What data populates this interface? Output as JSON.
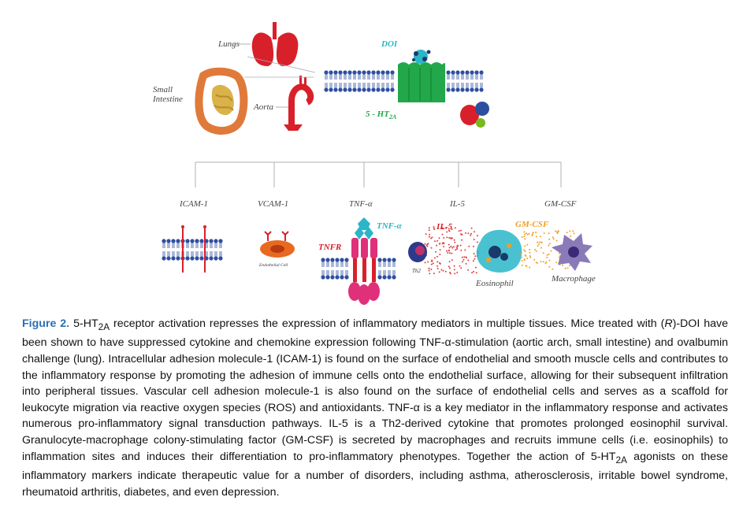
{
  "figure": {
    "labels": {
      "lungs": "Lungs",
      "small_intestine_1": "Small",
      "small_intestine_2": "Intestine",
      "aorta": "Aorta",
      "doi": "DOI",
      "receptor": "5 - HT",
      "receptor_sub": "2A",
      "tnf_alpha_receptor": "TNF-α",
      "tnfr": "TNFR",
      "il5_cell": "IL-5",
      "gmcsf_cell": "GM-CSF",
      "th2": "Th2",
      "eosinophil": "Eosinophil",
      "macrophage": "Macrophage",
      "endothelial_cell": "Endothelial Cell"
    },
    "mediators": [
      "ICAM-1",
      "VCAM-1",
      "TNF-α",
      "IL-5",
      "GM-CSF"
    ],
    "colors": {
      "receptor_green": "#22a84a",
      "lung_red": "#d8202a",
      "membrane_blue": "#2d4fa0",
      "tnfr_pink": "#e0307a",
      "tnf_teal": "#2ab6c8",
      "caption_blue": "#2a6fb5"
    }
  },
  "caption": {
    "label": "Figure 2.",
    "part1": " 5-HT",
    "sub1": "2A",
    "part2": " receptor activation represses the expression of inflammatory mediators in multiple tissues. Mice treated with (",
    "r": "R",
    "part3": ")-DOI have been shown to have suppressed cytokine and chemokine expression following TNF-α-stimulation (aortic arch, small intestine) and ovalbumin challenge (lung). Intracellular adhesion molecule-1 (ICAM-1) is found on the surface of endothelial and smooth muscle cells and contributes to the inflammatory response by promoting the adhesion of immune cells onto the endothelial surface, allowing for their subsequent infiltration into peripheral tissues. Vascular cell adhesion molecule-1 is also found on the surface of endothelial cells and serves as a scaffold for leukocyte migration via reactive oxygen species (ROS) and antioxidants. TNF-α is a key mediator in the inflammatory response and activates numerous pro-inflammatory signal transduction pathways. IL-5 is a Th2-derived cytokine that promotes prolonged eosinophil survival. Granulocyte-macrophage colony-stimulating factor (GM-CSF) is secreted by macrophages and recruits immune cells (i.e. eosinophils) to inflammation sites and induces their differentiation to pro-inflammatory phenotypes. Together the action of 5-HT",
    "sub2": "2A",
    "part4": " agonists on these inflammatory markers indicate therapeutic value for a number of disorders, including asthma, atherosclerosis, irritable bowel syndrome, rheumatoid arthritis, diabetes, and even depression."
  }
}
